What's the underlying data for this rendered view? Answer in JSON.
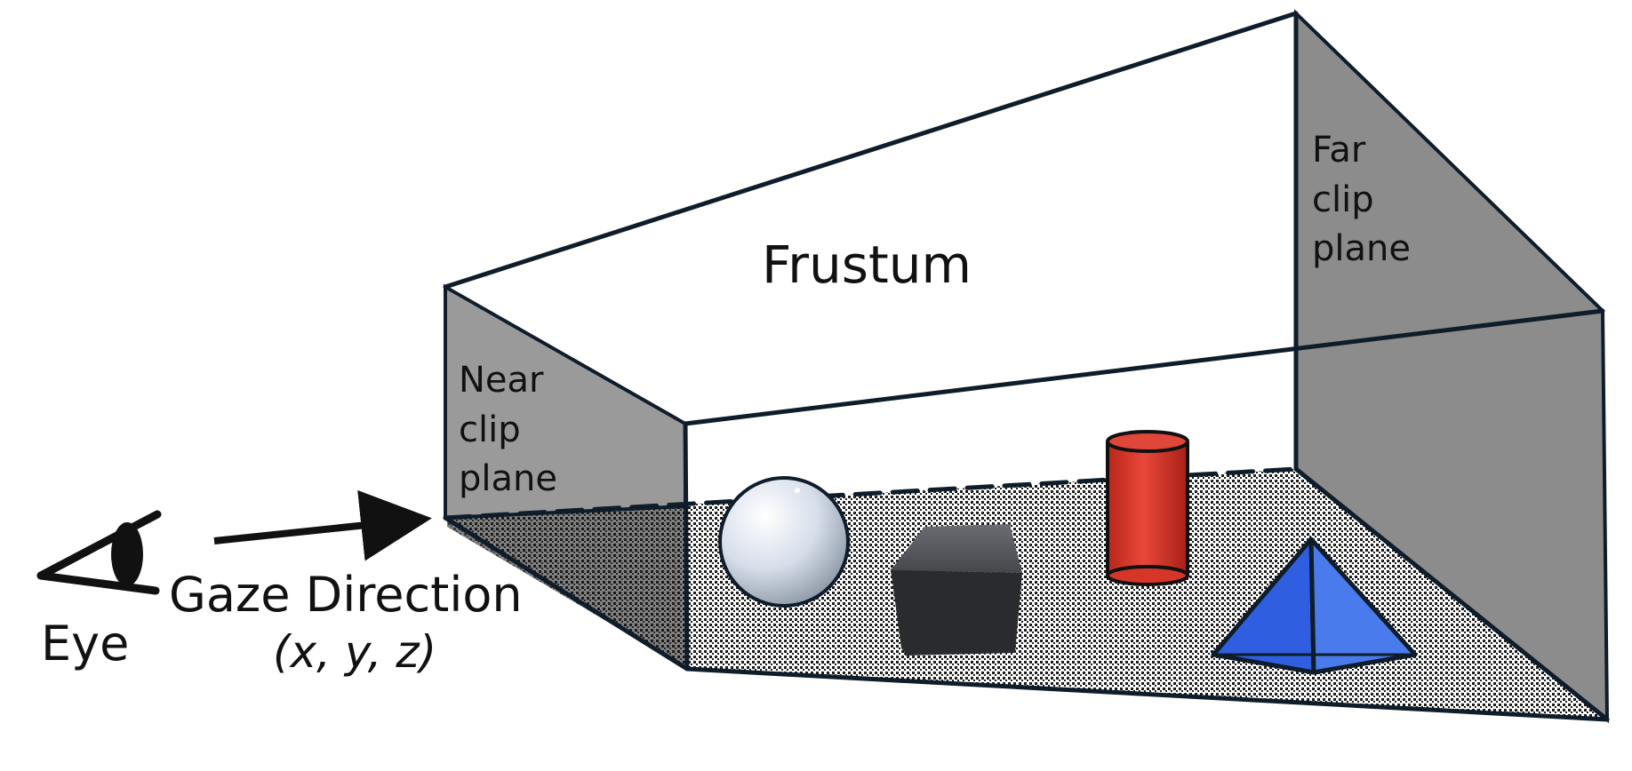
{
  "labels": {
    "frustum": "Frustum",
    "near_plane": [
      "Near",
      "clip",
      "plane"
    ],
    "far_plane": [
      "Far",
      "clip",
      "plane"
    ],
    "eye": "Eye",
    "gaze_direction": "Gaze Direction",
    "gaze_vector": "(x, y, z)"
  },
  "colors": {
    "plane_gray": "#9a9a9a",
    "edge_dark": "#0f1c2a",
    "cylinder_red": "#d93a2b",
    "pyramid_blue": "#3a6ae6",
    "cube_dark": "#2f3034",
    "sphere_light": "#dde4ef"
  },
  "objects": [
    "sphere",
    "cube",
    "cylinder",
    "pyramid"
  ]
}
